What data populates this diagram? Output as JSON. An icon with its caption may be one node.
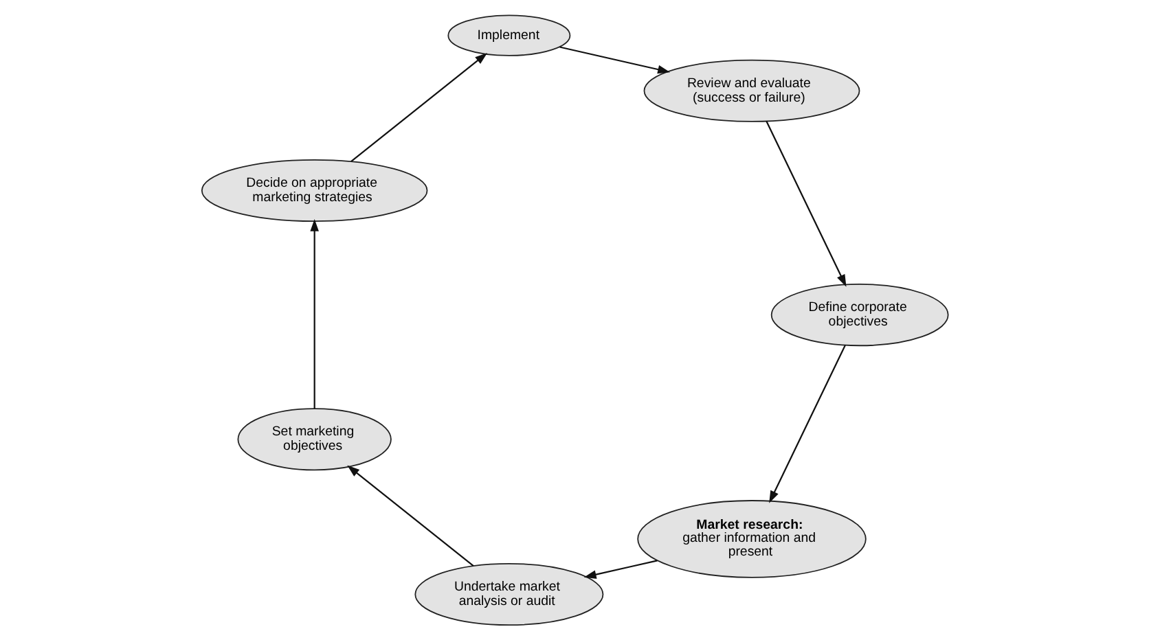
{
  "diagram": {
    "nodes": [
      {
        "text": [
          "Market research:",
          "gather information and present"
        ]
      },
      {
        "text": [
          "Undertake market analysis or audit"
        ]
      },
      {
        "text": [
          "Set marketing objectives"
        ]
      },
      {
        "text": [
          "Decide on appropriate marketing strategies"
        ]
      },
      {
        "text": [
          "Implement"
        ]
      },
      {
        "text": [
          "Review and evaluate (success or failure)"
        ]
      },
      {
        "text": [
          "Define corporate objectives"
        ]
      }
    ],
    "edges": [
      {
        "from": 0,
        "to": 1,
        "arrow": "to"
      },
      {
        "from": 1,
        "to": 2,
        "arrow": "to"
      },
      {
        "from": 2,
        "to": 3,
        "arrow": "to"
      },
      {
        "from": 3,
        "to": 4,
        "arrow": "to"
      },
      {
        "from": 4,
        "to": 5,
        "arrow": "to"
      },
      {
        "from": 5,
        "to": 6,
        "arrow": "to"
      },
      {
        "from": 6,
        "to": 0,
        "arrow": "to"
      }
    ]
  }
}
